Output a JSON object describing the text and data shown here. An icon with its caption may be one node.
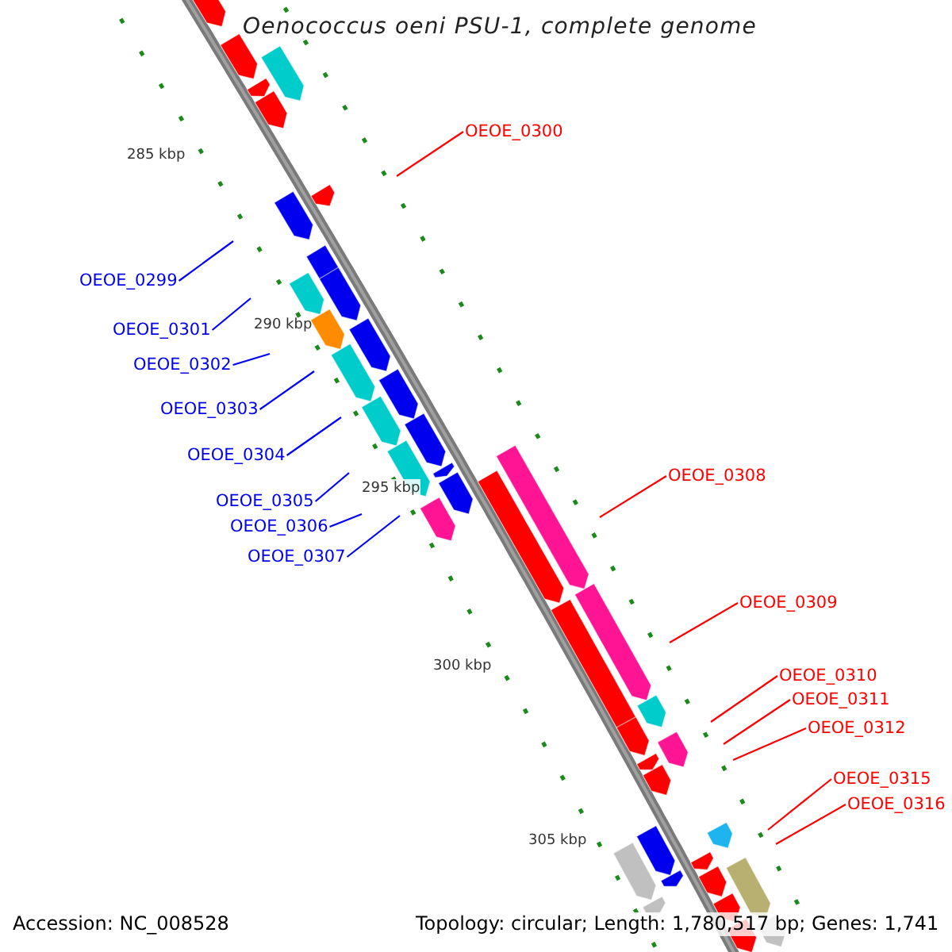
{
  "diagram": {
    "title": "Oenococcus oeni PSU-1, complete genome",
    "nodes": [
      {
        "text": [
          "OEOE_0300"
        ]
      },
      {
        "text": [
          "OEOE_0299"
        ]
      },
      {
        "text": [
          "OEOE_0301"
        ]
      },
      {
        "text": [
          "OEOE_0302"
        ]
      },
      {
        "text": [
          "OEOE_0303"
        ]
      },
      {
        "text": [
          "OEOE_0304"
        ]
      },
      {
        "text": [
          "OEOE_0305"
        ]
      },
      {
        "text": [
          "OEOE_0306"
        ]
      },
      {
        "text": [
          "OEOE_0307"
        ]
      },
      {
        "text": [
          "OEOE_0308"
        ]
      },
      {
        "text": [
          "OEOE_0309"
        ]
      },
      {
        "text": [
          "OEOE_0310"
        ]
      },
      {
        "text": [
          "OEOE_0311"
        ]
      },
      {
        "text": [
          "OEOE_0312"
        ]
      },
      {
        "text": [
          "OEOE_0315"
        ]
      },
      {
        "text": [
          "OEOE_0316"
        ]
      }
    ],
    "edges": [
      {
        "from": 0,
        "to": null,
        "arrow": "none",
        "color": "#ff0000"
      },
      {
        "from": 1,
        "to": null,
        "arrow": "none",
        "color": "#0000ff"
      },
      {
        "from": 2,
        "to": null,
        "arrow": "none",
        "color": "#0000ff"
      },
      {
        "from": 3,
        "to": null,
        "arrow": "none",
        "color": "#0000ff"
      },
      {
        "from": 4,
        "to": null,
        "arrow": "none",
        "color": "#0000ff"
      },
      {
        "from": 5,
        "to": null,
        "arrow": "none",
        "color": "#0000ff"
      },
      {
        "from": 6,
        "to": null,
        "arrow": "none",
        "color": "#0000ff"
      },
      {
        "from": 7,
        "to": null,
        "arrow": "none",
        "color": "#0000ff"
      },
      {
        "from": 8,
        "to": null,
        "arrow": "none",
        "color": "#0000ff"
      },
      {
        "from": 9,
        "to": null,
        "arrow": "none",
        "color": "#ff0000"
      },
      {
        "from": 10,
        "to": null,
        "arrow": "none",
        "color": "#ff0000"
      },
      {
        "from": 11,
        "to": null,
        "arrow": "none",
        "color": "#ff0000"
      },
      {
        "from": 12,
        "to": null,
        "arrow": "none",
        "color": "#ff0000"
      },
      {
        "from": 13,
        "to": null,
        "arrow": "none",
        "color": "#ff0000"
      },
      {
        "from": 14,
        "to": null,
        "arrow": "none",
        "color": "#ff0000"
      },
      {
        "from": 15,
        "to": null,
        "arrow": "none",
        "color": "#ff0000"
      }
    ],
    "labels": [
      "285 kbp",
      "290 kbp",
      "295 kbp",
      "300 kbp",
      "305 kbp",
      "Accession: NC_008528",
      "Topology: circular; Length: 1,780,517 bp; Genes: 1,741"
    ]
  }
}
